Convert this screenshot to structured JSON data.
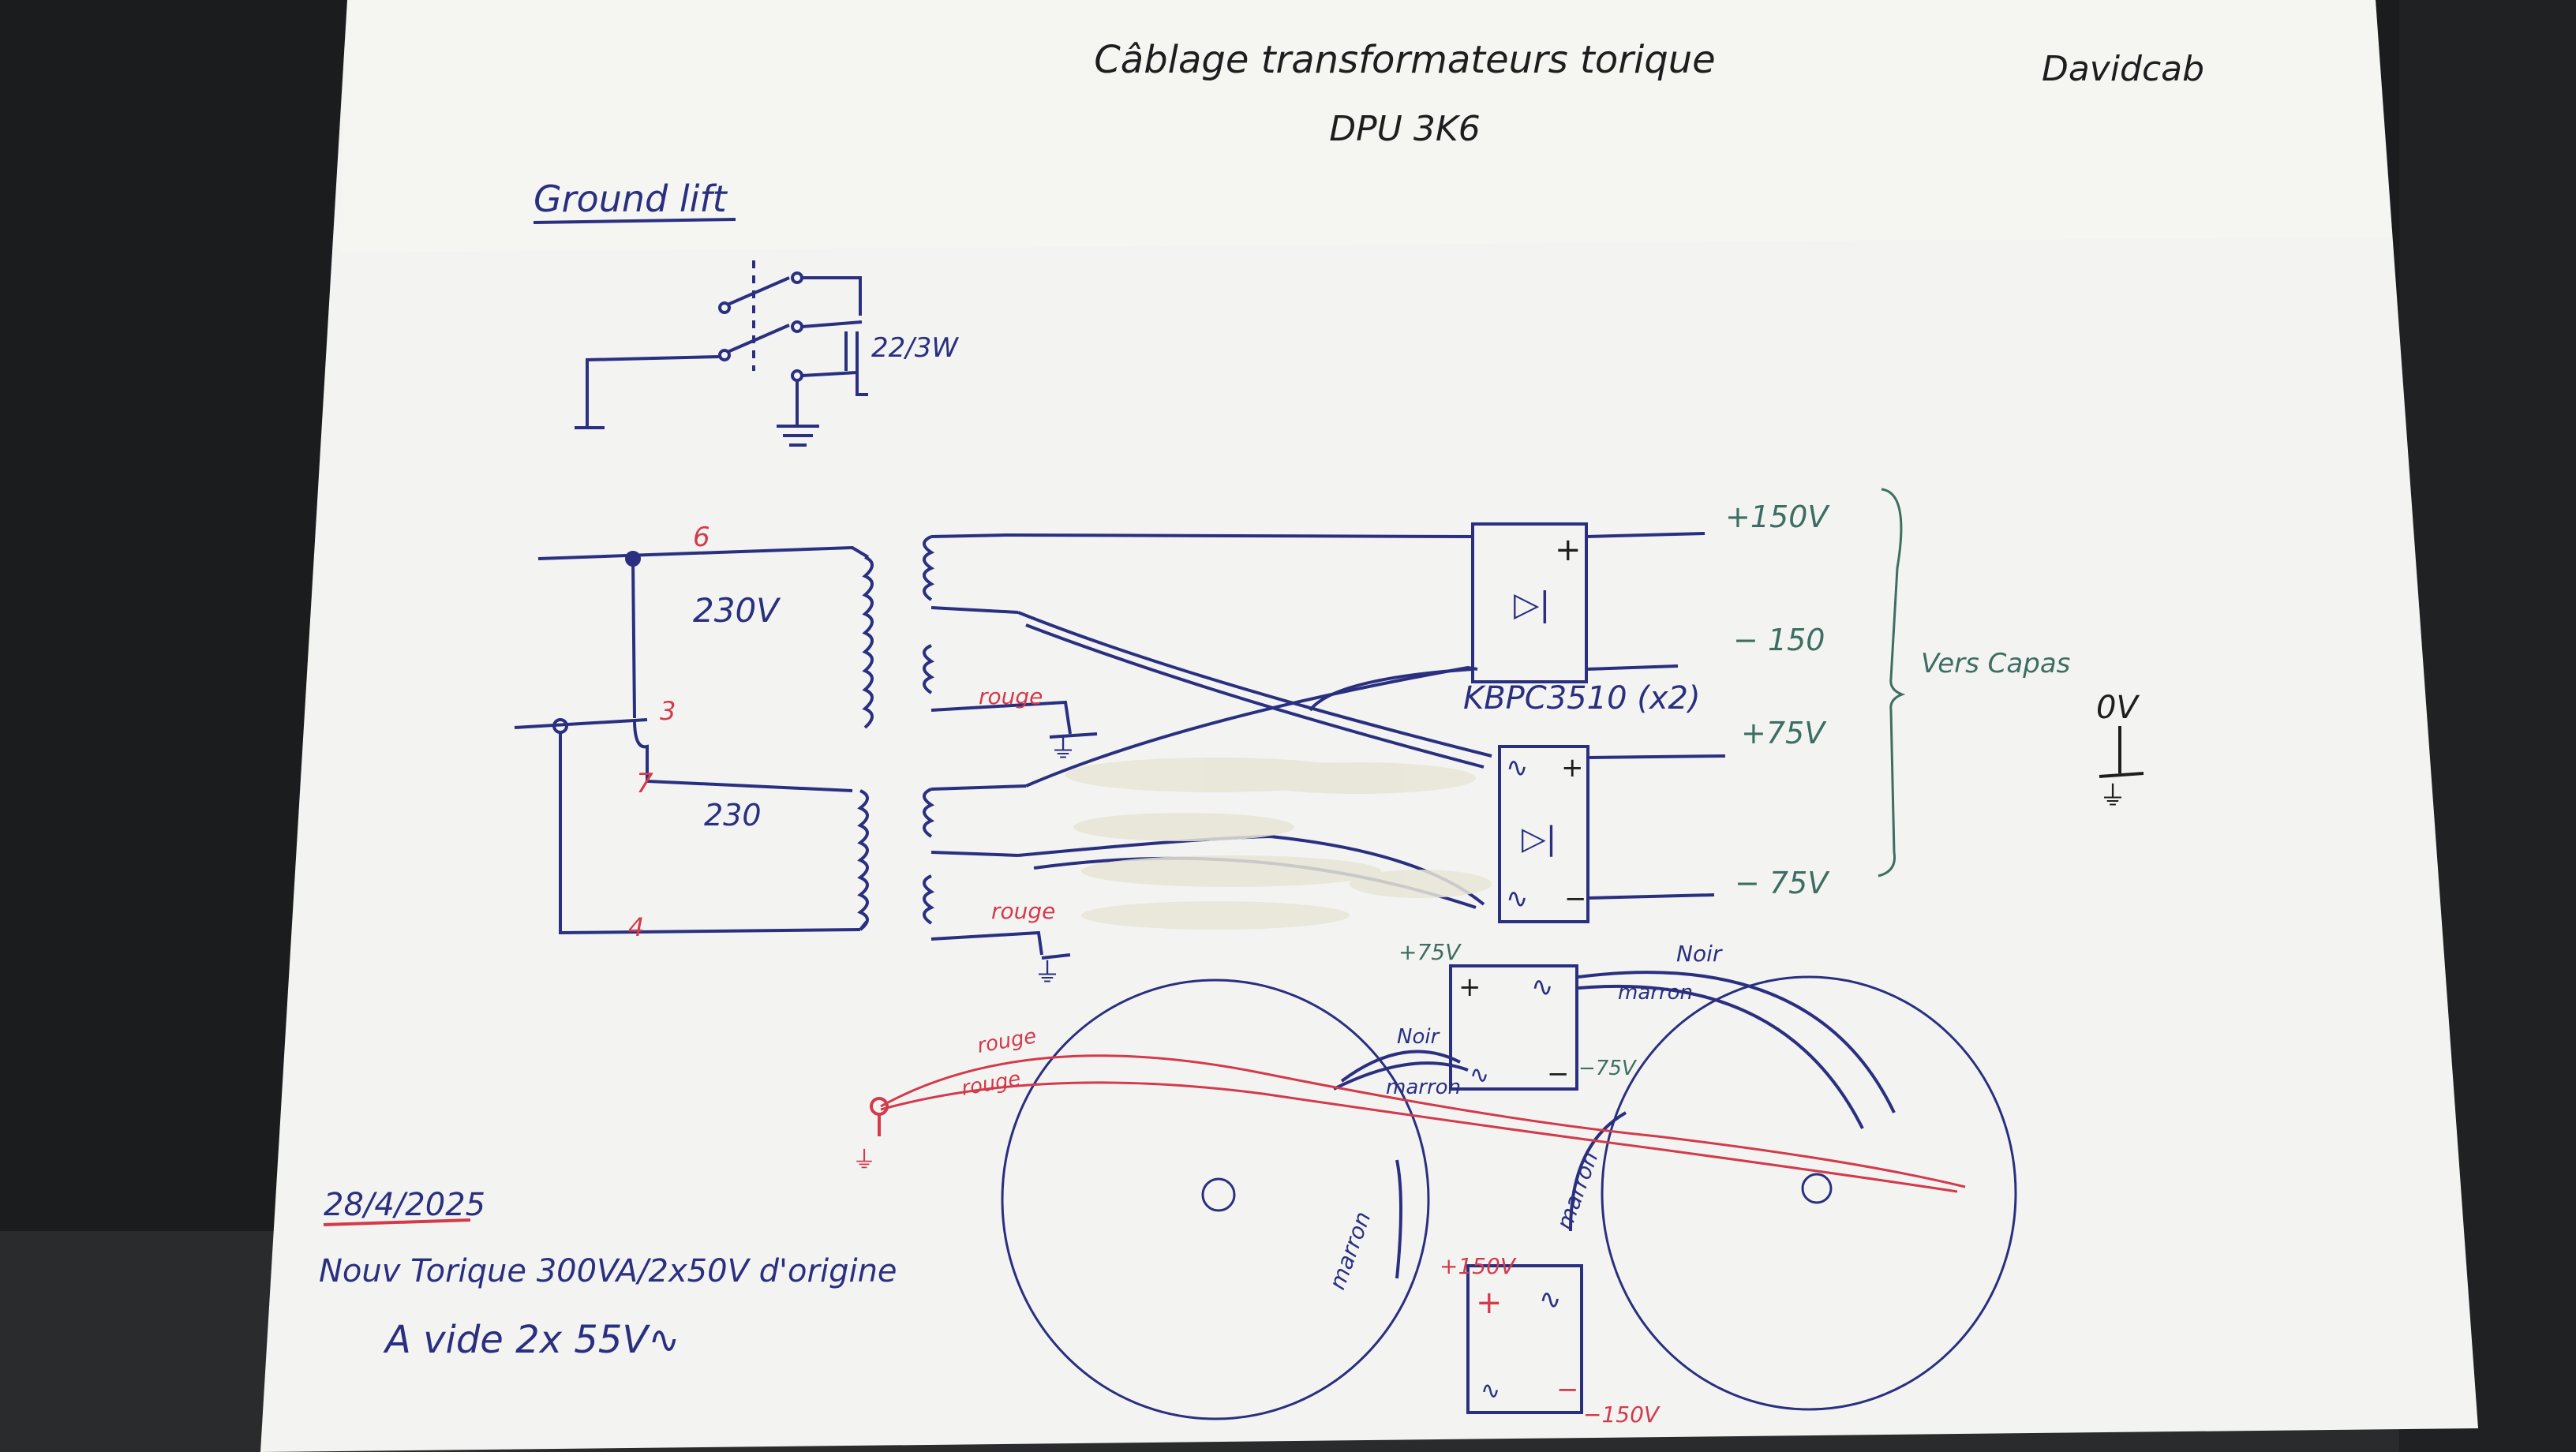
{
  "header": {
    "title": "Câblage transformateurs torique",
    "subtitle": "DPU 3K6",
    "author": "Davidcab"
  },
  "ground_lift": {
    "label": "Ground lift",
    "resistor_label": "22/3W"
  },
  "transformers": {
    "primary_top_voltage": "230V",
    "primary_bottom_voltage": "230",
    "pin_top": "6",
    "pin_mid": "3",
    "pin_lower": "7",
    "pin_bottom": "4",
    "wire_label_rouge_1": "rouge",
    "wire_label_rouge_2": "rouge",
    "ground_symbol_1": "⏚",
    "ground_symbol_2": "⏚"
  },
  "rectifiers": {
    "part_label": "KBPC3510 (x2)",
    "plus_sign": "+",
    "minus_sign": "−",
    "ac_sign": "∿",
    "diode_glyph": "▷|"
  },
  "outputs": {
    "plus150": "+150V",
    "minus150": "− 150",
    "plus75": "+75V",
    "minus75": "− 75V",
    "brace_label": "Vers Capas",
    "zero_volt": "0V"
  },
  "layout_sketch": {
    "label_plus75": "+75V",
    "label_minus75": "−75V",
    "label_plus150": "+150V",
    "label_minus150": "−150V",
    "wire_noir_1": "Noir",
    "wire_noir_2": "Noir",
    "wire_marron_1": "marron",
    "wire_marron_2": "marron",
    "wire_marron_3": "marron",
    "wire_marron_4": "marron",
    "wire_rouge_1": "rouge",
    "wire_rouge_2": "rouge",
    "ground_symbol": "⏚"
  },
  "notes": {
    "date": "28/4/2025",
    "line1": "Nouv Torique 300VA/2x50V d'origine",
    "line2": "A vide 2x 55V∿"
  },
  "colors": {
    "ink_blue": "#2a2f80",
    "ink_red": "#d33a4c",
    "ink_green": "#3d6e63",
    "ink_black": "#1e1e1e",
    "paper": "#f3f4f1",
    "background": "#1b1c1e"
  }
}
